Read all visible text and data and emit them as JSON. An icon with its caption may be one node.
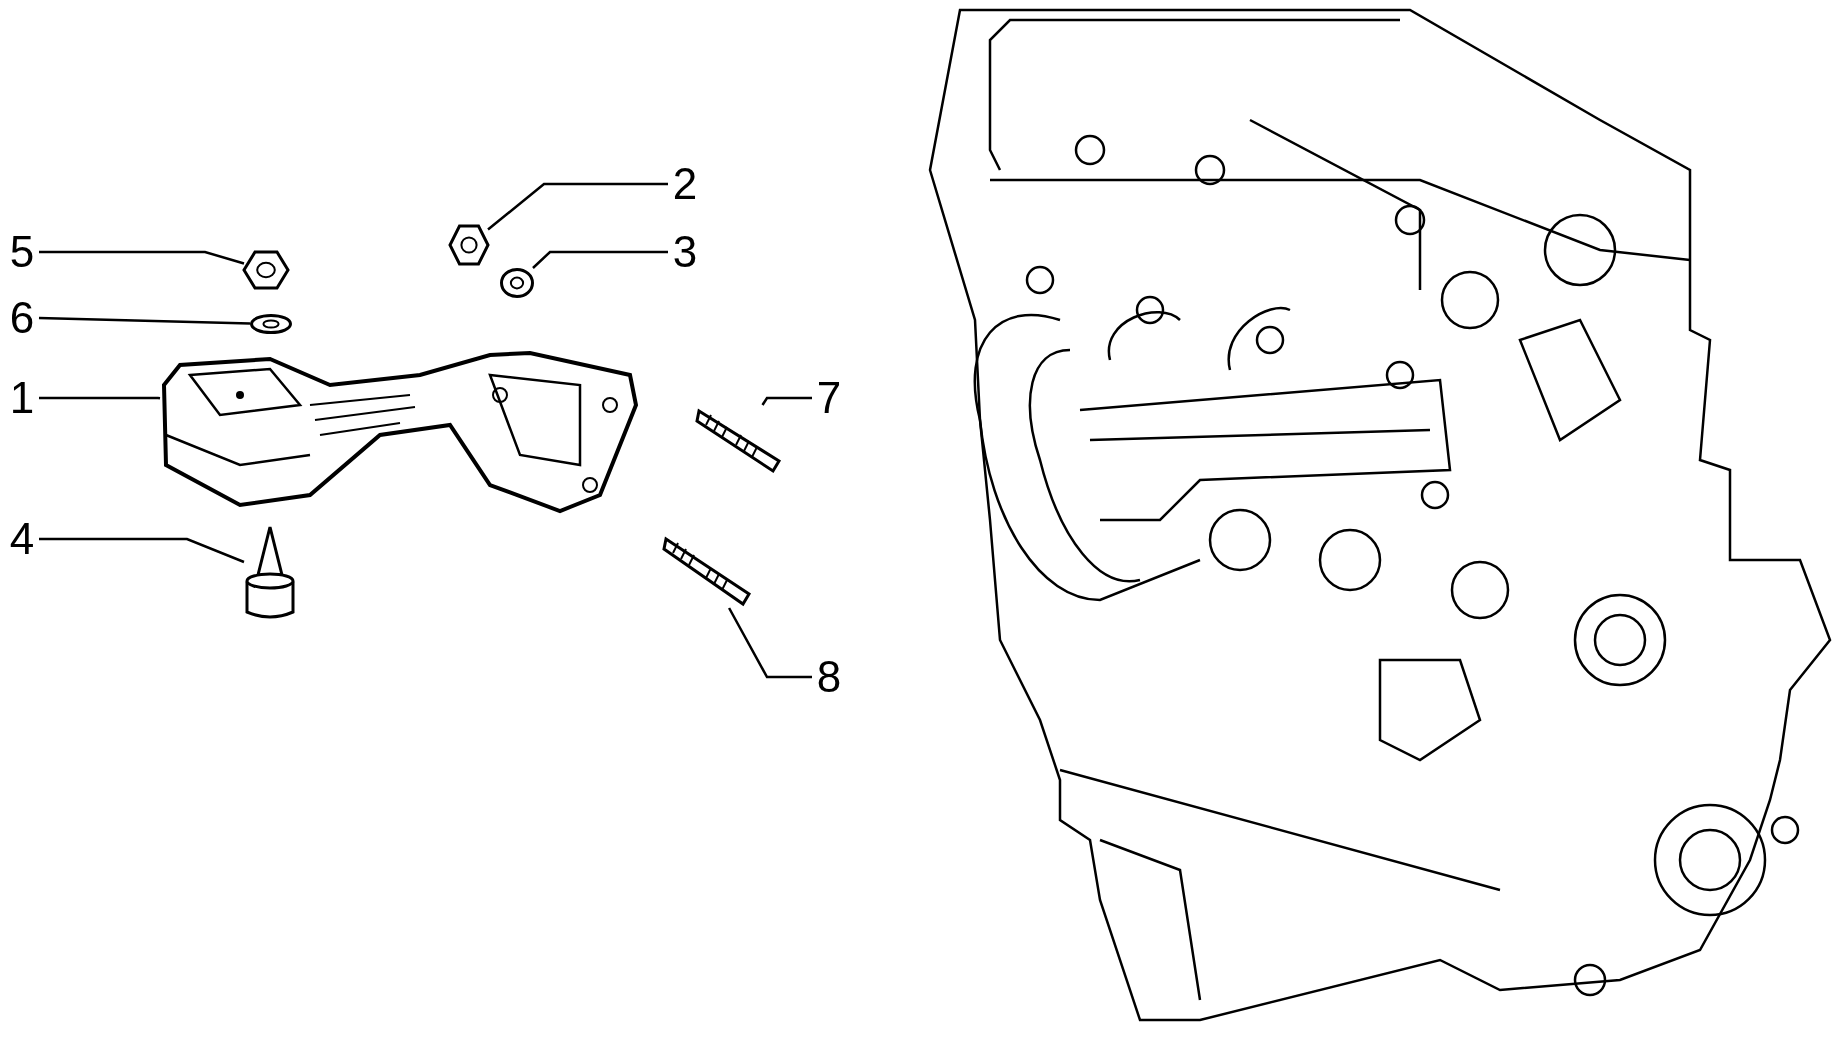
{
  "diagram": {
    "nodes": [
      {
        "text": [
          "2"
        ]
      },
      {
        "text": [
          "5"
        ]
      },
      {
        "text": [
          "3"
        ]
      },
      {
        "text": [
          "6"
        ]
      },
      {
        "text": [
          "1"
        ]
      },
      {
        "text": [
          "7"
        ]
      },
      {
        "text": [
          "4"
        ]
      },
      {
        "text": [
          "8"
        ]
      },
      {
        "text": [],
        "shape": "picture"
      },
      {
        "text": [],
        "shape": "picture"
      },
      {
        "text": [],
        "shape": "picture"
      },
      {
        "text": [],
        "shape": "picture"
      },
      {
        "text": [],
        "shape": "picture"
      },
      {
        "text": [],
        "shape": "picture"
      },
      {
        "text": [],
        "shape": "picture"
      },
      {
        "text": [],
        "shape": "picture"
      }
    ],
    "edges": [
      {
        "from": 0,
        "to": 8,
        "arrow": "none"
      },
      {
        "from": 1,
        "to": 9,
        "arrow": "none"
      },
      {
        "from": 2,
        "to": 10,
        "arrow": "none"
      },
      {
        "from": 3,
        "to": 11,
        "arrow": "none"
      },
      {
        "from": 4,
        "to": 12,
        "arrow": "none"
      },
      {
        "from": 5,
        "to": 13,
        "arrow": "none"
      },
      {
        "from": 6,
        "to": 14,
        "arrow": "none"
      },
      {
        "from": 7,
        "to": 15,
        "arrow": "none"
      }
    ]
  }
}
